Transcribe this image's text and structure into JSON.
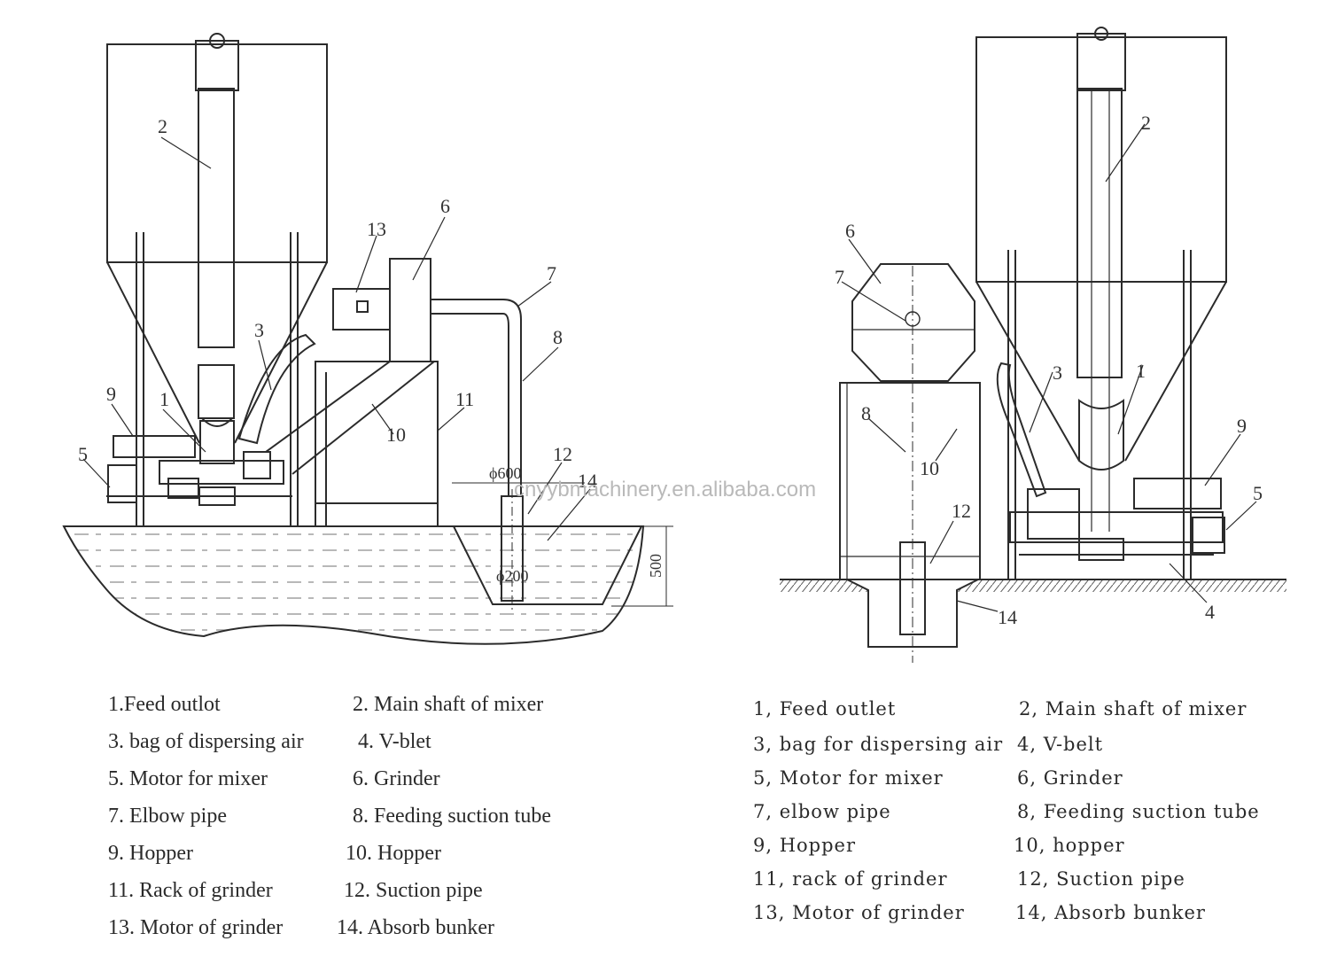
{
  "watermark": "cnyybmachinery.en.alibaba.com",
  "left_diagram": {
    "callouts": [
      "1",
      "2",
      "3",
      "5",
      "6",
      "7",
      "8",
      "9",
      "10",
      "11",
      "12",
      "13",
      "14"
    ],
    "dimensions": {
      "pipe_top": "ϕ600",
      "pipe_bottom": "ϕ200",
      "depth": "500"
    }
  },
  "right_diagram": {
    "callouts": [
      "1",
      "2",
      "3",
      "4",
      "5",
      "6",
      "7",
      "8",
      "9",
      "10",
      "12",
      "14"
    ]
  },
  "legend_left": [
    [
      "1.Feed outlot",
      "2. Main shaft of mixer"
    ],
    [
      "3. bag of dispersing air",
      "4. V-blet"
    ],
    [
      "5. Motor for mixer",
      "6. Grinder"
    ],
    [
      "7. Elbow pipe",
      "8. Feeding suction tube"
    ],
    [
      "9. Hopper",
      "10. Hopper"
    ],
    [
      "11. Rack of grinder",
      "12. Suction pipe"
    ],
    [
      "13. Motor of grinder",
      "14. Absorb bunker"
    ]
  ],
  "legend_right": [
    [
      "1, Feed outlet",
      "2, Main shaft of mixer"
    ],
    [
      "3, bag for dispersing air",
      "4, V-belt"
    ],
    [
      "5, Motor for mixer",
      "6, Grinder"
    ],
    [
      "7, elbow pipe",
      "8, Feeding suction tube"
    ],
    [
      "9, Hopper",
      "10, hopper"
    ],
    [
      "11, rack of grinder",
      "12, Suction pipe"
    ],
    [
      "13, Motor of grinder",
      "14, Absorb bunker"
    ]
  ]
}
